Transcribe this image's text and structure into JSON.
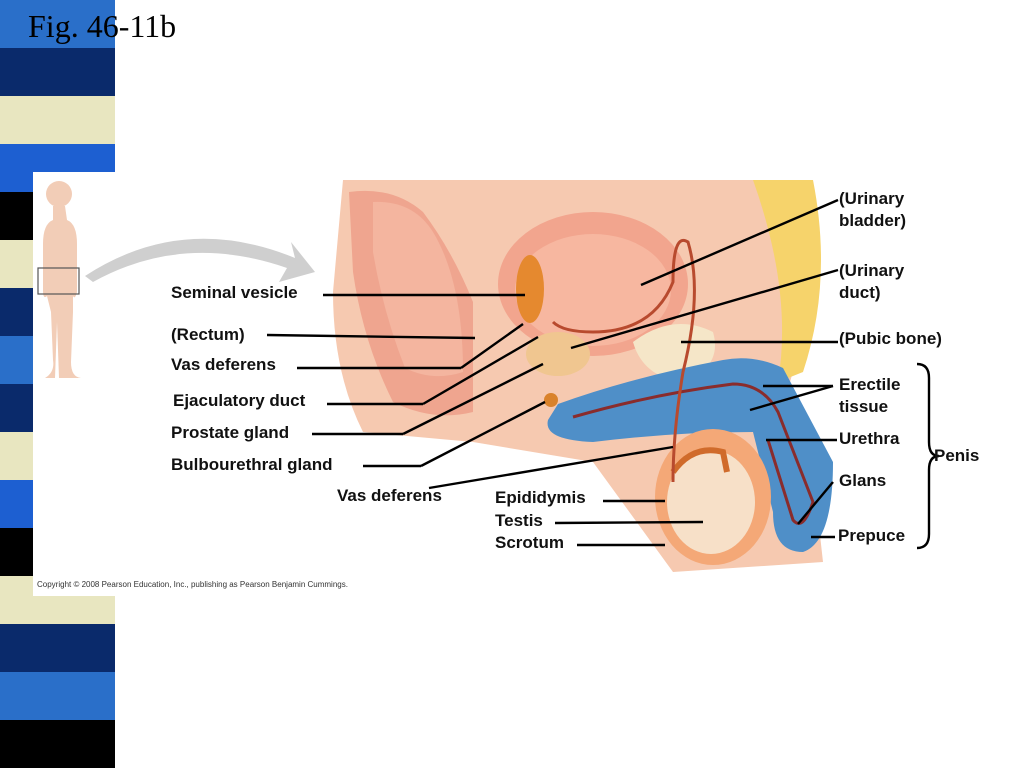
{
  "slide": {
    "title": "Fig. 46-11b"
  },
  "stripe_colors": [
    "#2a6fc9",
    "#0a2a6b",
    "#e8e6c0",
    "#1d5fd1",
    "#000000",
    "#e8e6c0",
    "#0a2a6b",
    "#2a6fc9",
    "#0a2a6b",
    "#e8e6c0",
    "#1d5fd1",
    "#000000",
    "#e8e6c0",
    "#0a2a6b",
    "#2a6fc9",
    "#000000"
  ],
  "colors": {
    "flesh": "#f6c9b0",
    "bladder": "#f2a58e",
    "erectile": "#4f8fc8",
    "bone": "#f5e6c8",
    "fat": "#f6d36b",
    "label_line": "#000000"
  },
  "figure": {
    "labels": {
      "urinary_bladder": "(Urinary\nbladder)",
      "urinary_duct": "(Urinary\nduct)",
      "seminal_vesicle": "Seminal vesicle",
      "rectum": "(Rectum)",
      "pubic_bone": "(Pubic bone)",
      "vas_deferens_upper": "Vas deferens",
      "erectile_tissue": "Erectile\ntissue",
      "ejaculatory_duct": "Ejaculatory duct",
      "prostate_gland": "Prostate gland",
      "urethra": "Urethra",
      "penis": "Penis",
      "bulbourethral_gland": "Bulbourethral gland",
      "glans": "Glans",
      "vas_deferens_lower": "Vas deferens",
      "epididymis": "Epididymis",
      "testis": "Testis",
      "scrotum": "Scrotum",
      "prepuce": "Prepuce"
    },
    "copyright": "Copyright © 2008 Pearson Education, Inc., publishing as Pearson Benjamin Cummings."
  }
}
